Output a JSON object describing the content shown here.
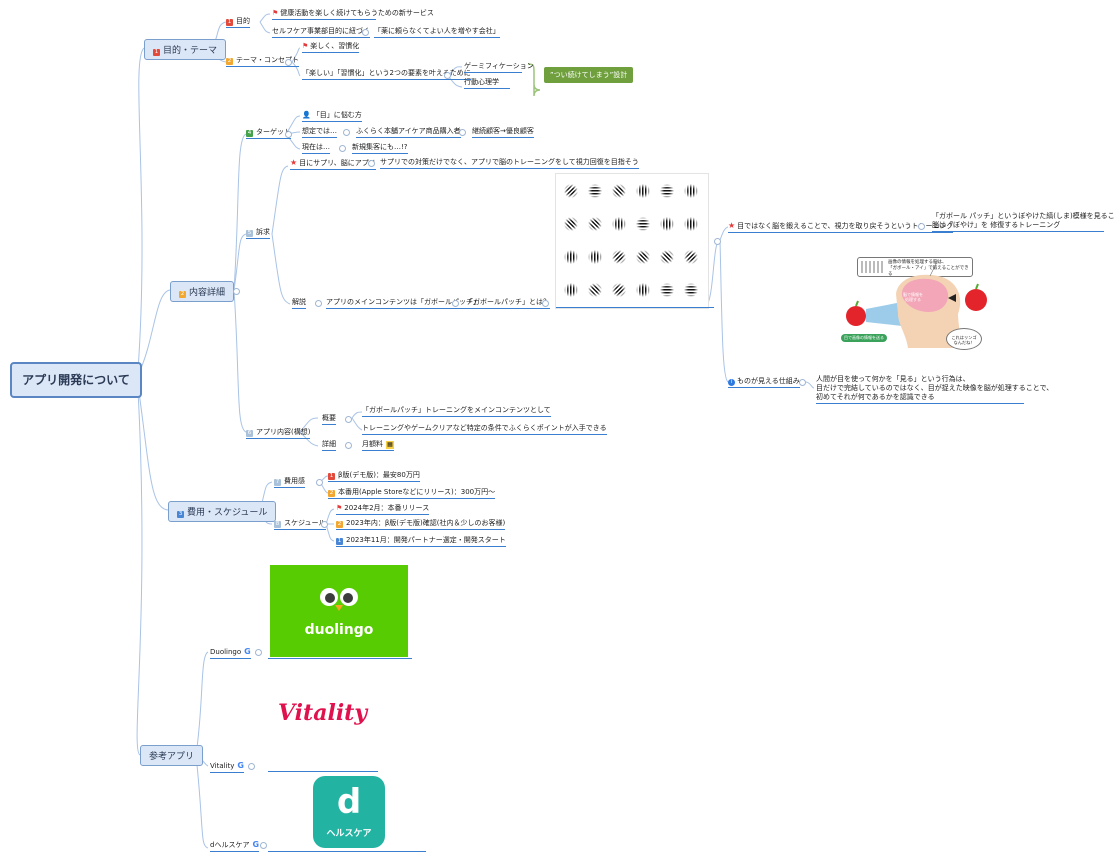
{
  "root": "アプリ開発について",
  "branches": {
    "purpose": {
      "label": "目的・テーマ",
      "num": "1",
      "goal": {
        "label": "目的",
        "num": "1",
        "items": [
          "健康活動を楽しく続けてもらうための新サービス",
          "セルフケア事業部目的に紐づく",
          "「薬に頼らなくてよい人を増やす会社」"
        ]
      },
      "concept": {
        "label": "テーマ・コンセプト",
        "num": "2",
        "items": [
          "楽しく、習慣化",
          "「楽しい」「習慣化」という2つの要素を叶えるために",
          "ゲーミフィケーション",
          "行動心理学"
        ],
        "callout": "”つい続けてしまう”設計"
      }
    },
    "details": {
      "label": "内容詳細",
      "num": "2",
      "target": {
        "label": "ターゲット",
        "num": "4",
        "items": [
          "「目」に悩む方",
          "想定では…",
          "ふくらく本舗アイケア商品購入者",
          "継続顧客→優良顧客",
          "現在は…",
          "新規集客にも…!?"
        ]
      },
      "request": {
        "label": "訴求",
        "num": "5",
        "headline": "目にサプリ、脳にアプリ",
        "headline_desc": "サプリでの対策だけでなく、アプリで脳のトレーニングをして視力回復を目指そう",
        "explain": "解説",
        "main_content": "アプリのメインコンテンツは「ガボールパッチ」",
        "gabor_q": "「ガボールパッチ」とは？",
        "brain_training": "目ではなく脳を鍛えることで、視力を取り戻そうというトレーニング",
        "gabor_desc_1": "「ガボール パッチ」というぼやけた縞(しま)模様を見ることで、",
        "gabor_desc_2": "脳は「ぼやけ」を 修復するトレーニング",
        "see_mech": "ものが見える仕組み",
        "see_desc_1": "人間が目を使って何かを「見る」という行為は、",
        "see_desc_2": "目だけで完結しているのではなく、目が捉えた映像を脳が処理することで、",
        "see_desc_3": "初めてそれが何であるかを認識できる",
        "illu_bubble_1": "画像の情報を処理する脳は、",
        "illu_bubble_2": "「ガボール・アイ」で鍛えることができる",
        "illu_brain_1": "脳で情報を",
        "illu_brain_2": "処理する",
        "illu_eye": "目で画像の情報を送る",
        "illu_think_1": "これはリンゴ",
        "illu_think_2": "なんだね！"
      },
      "plan": {
        "label": "アプリ内容(構想)",
        "num": "6",
        "overview": "概要",
        "overview_items": [
          "「ガボールパッチ」トレーニングをメインコンテンツとして",
          "トレーニングやゲームクリアなど特定の条件でふくらくポイントが入手できる"
        ],
        "detail": "詳細",
        "detail_items": [
          "月額料"
        ]
      }
    },
    "cost": {
      "label": "費用・スケジュール",
      "num": "3",
      "fee": {
        "label": "費用感",
        "num": "7",
        "items": [
          "β版(デモ版)：最安80万円",
          "本番用(Apple Storeなどにリリース)：300万円～"
        ],
        "nums": [
          "1",
          "2"
        ]
      },
      "schedule": {
        "label": "スケジュール",
        "num": "8",
        "items": [
          "2024年2月：本番リリース",
          "2023年内：β版(デモ版)確認(社内＆少しのお客様)",
          "2023年11月：開発パートナー選定・開発スタート"
        ],
        "nums": [
          "2",
          "1"
        ]
      }
    },
    "refs": {
      "label": "参考アプリ",
      "items": [
        "Duolingo",
        "Vitality",
        "dヘルスケア"
      ],
      "duolingo_word": "duolingo",
      "vitality_word": "Vitality",
      "dhealth_letter": "d",
      "dhealth_word": "ヘルスケア"
    }
  },
  "colors": {
    "line": "#a9c3e6",
    "underline": "#3a7fcf",
    "node_fill": "#dbe6f6",
    "duolingo_green": "#58cc02",
    "vitality_pink": "#e0124e",
    "dhealth_teal": "#23b3a3",
    "callout_green": "#6fa03d"
  }
}
